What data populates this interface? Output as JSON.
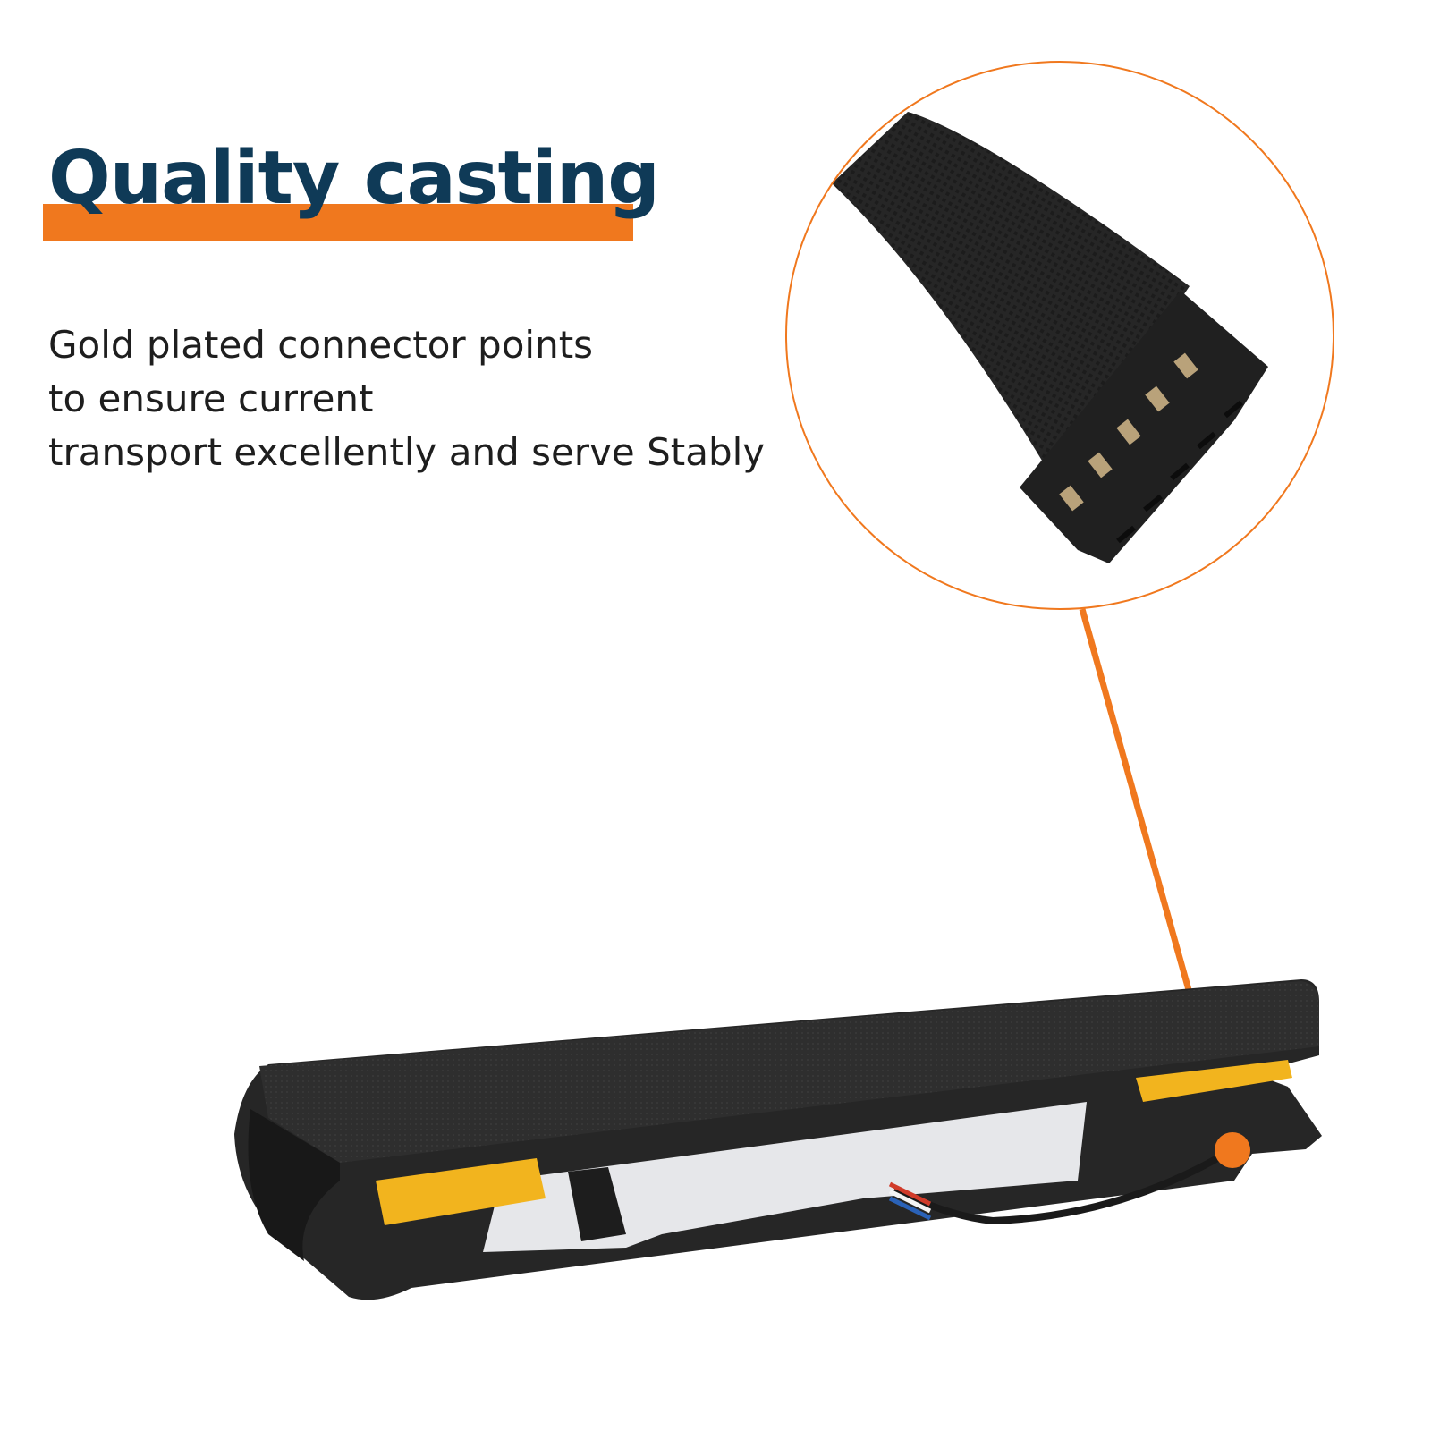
{
  "headline": "Quality casting",
  "body_lines": [
    "Gold plated connector points",
    "to ensure current",
    "transport excellently and serve Stably"
  ],
  "colors": {
    "accent_orange": "#f0781e",
    "headline_navy": "#0f3a57",
    "body_text": "#1e1e1e",
    "battery_black": "#2b2b2b",
    "cable_black": "#1a1a1a",
    "warning_label_yellow": "#f2b41e"
  },
  "images": {
    "zoom_callout": "connector-closeup",
    "product": "laptop-battery"
  }
}
